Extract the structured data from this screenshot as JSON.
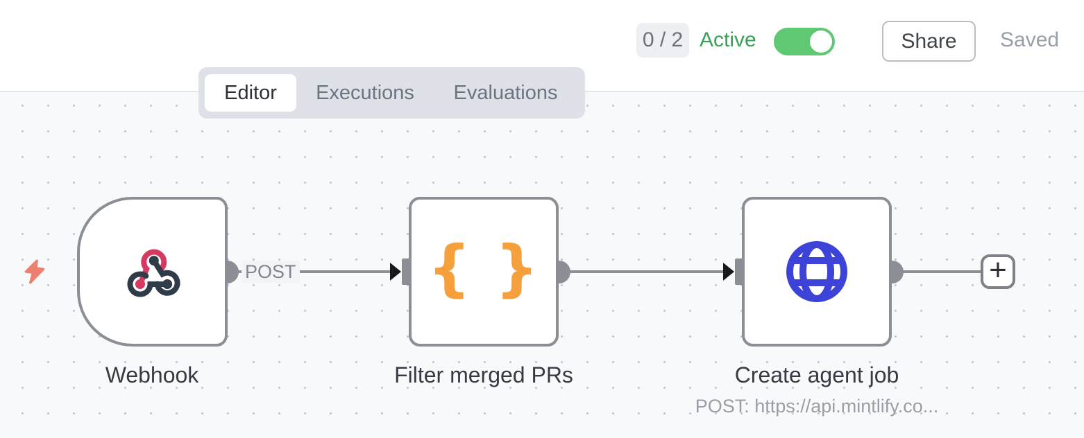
{
  "header": {
    "counter_badge": "0 / 2",
    "active_label": "Active",
    "toggle_on": true,
    "share_button": "Share",
    "save_status": "Saved"
  },
  "tabs": {
    "items": [
      {
        "label": "Editor",
        "active": true
      },
      {
        "label": "Executions",
        "active": false
      },
      {
        "label": "Evaluations",
        "active": false
      }
    ]
  },
  "canvas": {
    "connection_label": "POST",
    "add_node_button": "+",
    "nodes": [
      {
        "title": "Webhook",
        "type": "webhook-trigger",
        "icon": "webhook-icon"
      },
      {
        "title": "Filter merged PRs",
        "type": "code",
        "icon": "curly-braces-icon",
        "icon_glyph": "{ }"
      },
      {
        "title": "Create agent job",
        "type": "http-request",
        "icon": "globe-icon",
        "subtitle": "POST: https://api.mintlify.co..."
      }
    ]
  },
  "colors": {
    "active_green": "#39a158",
    "toggle_green": "#5fc873",
    "webhook_pink": "#d63a63",
    "webhook_slate": "#2f3b47",
    "code_orange": "#f5a03c",
    "http_blue": "#3c43d6",
    "bolt_salmon": "#ee7f6e",
    "connector_gray": "#8b8e95",
    "canvas_bg": "#f8f9fb"
  }
}
